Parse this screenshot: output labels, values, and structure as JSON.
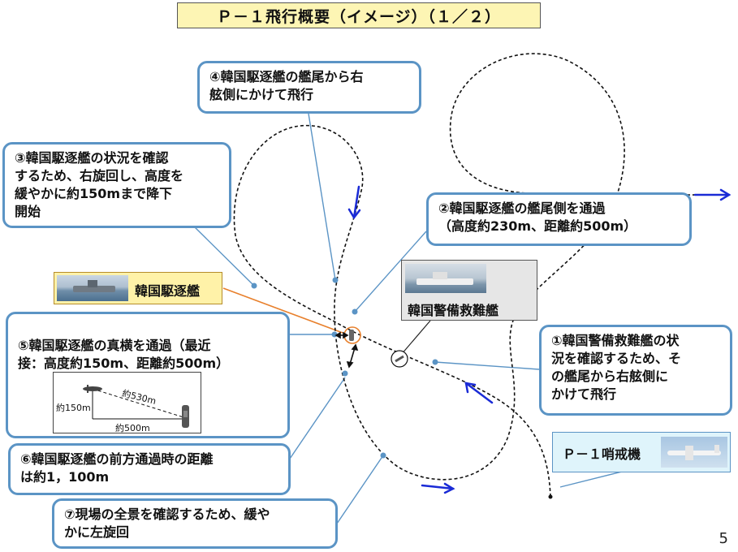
{
  "title": "Ｐ－１飛行概要（イメージ）（１／２）",
  "callouts": {
    "c1": "①韓国警備救難艦の状\n況を確認するため、そ\nの艦尾から右舷側に\nかけて飛行",
    "c2": "②韓国駆逐艦の艦尾側を通過\n（高度約230m、距離約500m）",
    "c3": "③韓国駆逐艦の状況を確認\nするため、右旋回し、高度を\n緩やかに約150mまで降下\n開始",
    "c4": "④韓国駆逐艦の艦尾から右\n舷側にかけて飛行",
    "c5": "⑤韓国駆逐艦の真横を通過（最近\n接：高度約150m、距離約500m）",
    "c6": "⑥韓国駆逐艦の前方通過時の距離\nは約1，100m",
    "c7": "⑦現場の全景を確認するため、緩や\nかに左旋回"
  },
  "labels": {
    "destroyer": "韓国駆逐艦",
    "rescue_ship": "韓国警備救難艦",
    "p1": "Ｐ－１哨戒機"
  },
  "inset": {
    "altitude": "約150m",
    "slant": "約530m",
    "distance": "約500m"
  },
  "page_number": "5",
  "colors": {
    "callout_border": "#5b94c5",
    "leader_line": "#5b94c5",
    "destroyer_leader": "#e8802c",
    "arrow": "#1a2bd6",
    "title_bg": "#fdf5b4",
    "destroyer_box_bg": "#fff2a8",
    "rescue_box_bg": "#e6e6e6",
    "p1_box_bg": "#dff4fb"
  }
}
